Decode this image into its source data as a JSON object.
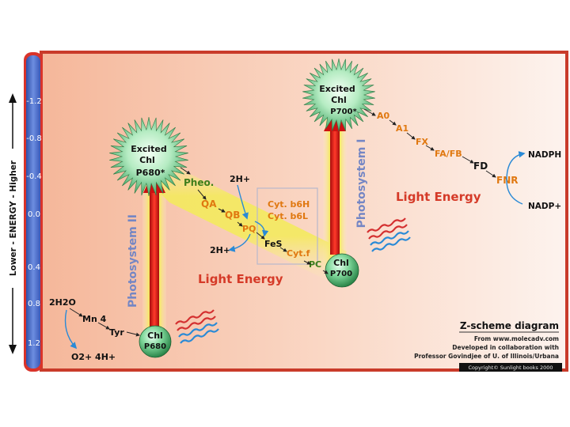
{
  "axis": {
    "title": "Lower - ENERGY - Higher",
    "ticks": [
      "-1.2",
      "-0.8",
      "-0.4",
      "0.0",
      "0.4",
      "0.8",
      "1.2"
    ]
  },
  "psii": {
    "label": "Photosystem II",
    "excited_line1": "Excited",
    "excited_line2": "Chl",
    "excited_line3": "P680*",
    "ground_line1": "Chl",
    "ground_line2": "P680"
  },
  "psi": {
    "label": "Photosystem I",
    "excited_line1": "Excited",
    "excited_line2": "Chl",
    "excited_line3": "P700*",
    "ground_line1": "Chl",
    "ground_line2": "P700"
  },
  "carriers": {
    "pheo": "Pheo.",
    "qa": "QA",
    "qb": "QB",
    "pq": "PQ",
    "h2_top": "2H+",
    "h2_bottom": "2H+",
    "cyt_b6h": "Cyt. b6H",
    "cyt_b6l": "Cyt. b6L",
    "fes": "FeS",
    "cytf": "Cyt.f",
    "pc": "PC",
    "a0": "A0",
    "a1": "A1",
    "fx": "FX",
    "fafb": "FA/FB",
    "fd": "FD",
    "fnr": "FNR",
    "nadph": "NADPH",
    "nadp": "NADP+"
  },
  "water": {
    "h2o": "2H2O",
    "mn": "Mn 4",
    "tyr": "Tyr",
    "products": "O2+ 4H+"
  },
  "light_energy_label": "Light Energy",
  "credits": {
    "title": "Z-scheme diagram",
    "line1": "From www.molecadv.com",
    "line2": "Developed in collaboration with",
    "line3": "Professor Govindjee of U. of Illinois/Urbana",
    "line4": "Copyright© Sunlight books 2000"
  },
  "colors": {
    "background_left": "#f6c6ad",
    "background_right": "#fdf1ea",
    "frame": "#cc2222",
    "axis_bar": "#4a6bc8",
    "psii_text": "#6f86c6",
    "psi_text": "#6f86c6",
    "light_energy": "#d53a28",
    "band": "#f0ea55",
    "arrow_red": "#d41515",
    "carrier_orange": "#e07810",
    "carrier_green": "#3e7e1a"
  }
}
